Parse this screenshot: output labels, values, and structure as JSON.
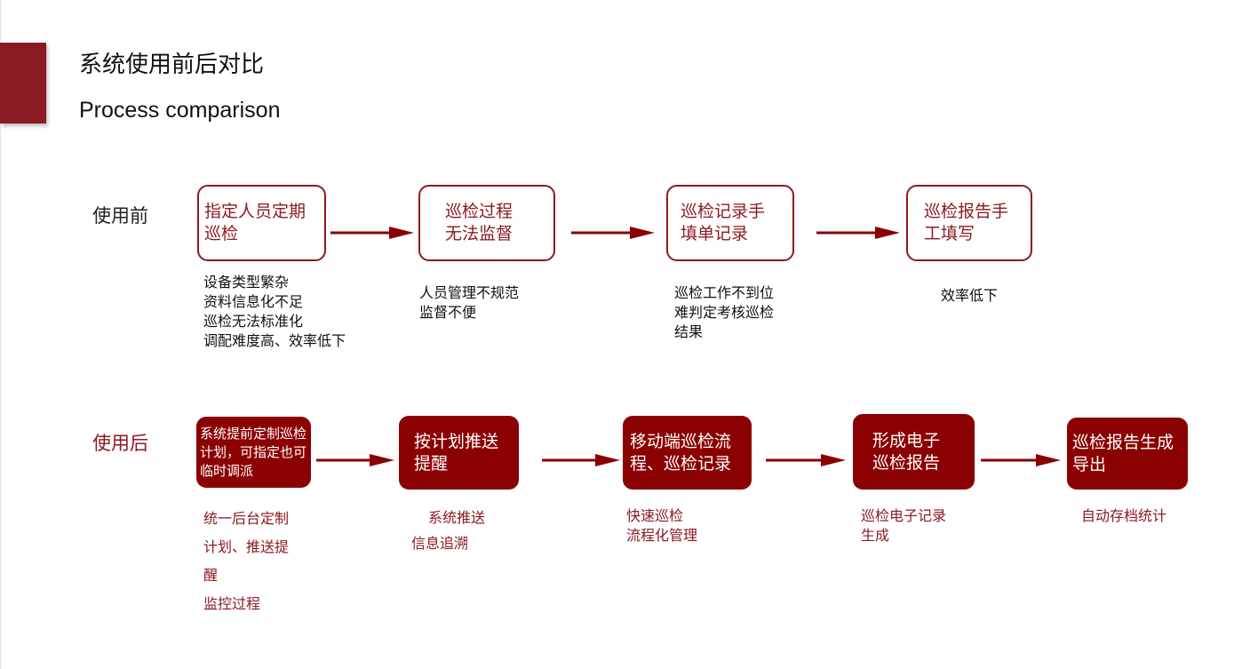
{
  "slide": {
    "title_cn": "系统使用前后对比",
    "title_en": "Process comparison"
  },
  "before": {
    "label": "使用前",
    "steps": [
      {
        "box": "指定人员定期巡检",
        "notes": [
          "设备类型繁杂",
          "资料信息化不足",
          "巡检无法标准化",
          "调配难度高、效率低下"
        ]
      },
      {
        "box": "巡检过程无法监督",
        "notes": [
          "人员管理不规范",
          "监督不便"
        ]
      },
      {
        "box": "巡检记录手填单记录",
        "notes": [
          "巡检工作不到位",
          "难判定考核巡检",
          "结果"
        ]
      },
      {
        "box": "巡检报告手工填写",
        "notes": [
          "效率低下"
        ]
      }
    ]
  },
  "after": {
    "label": "使用后",
    "steps": [
      {
        "box": "系统提前定制巡检计划，可指定也可临时调派",
        "notes": [
          "统一后台定制",
          "计划、推送提",
          "醒",
          "监控过程"
        ]
      },
      {
        "box": "按计划推送提醒",
        "notes": [
          "系统推送",
          "信息追溯"
        ]
      },
      {
        "box": "移动端巡检流程、巡检记录",
        "notes": [
          "快速巡检",
          "流程化管理"
        ]
      },
      {
        "box": "形成电子巡检报告",
        "notes": [
          "巡检电子记录",
          "生成"
        ]
      },
      {
        "box": "巡检报告生成导出",
        "notes": [
          "自动存档统计"
        ]
      }
    ]
  },
  "colors": {
    "accent": "#8b1a22",
    "filled_box": "#8b0000",
    "arrow": "#8b0000"
  }
}
